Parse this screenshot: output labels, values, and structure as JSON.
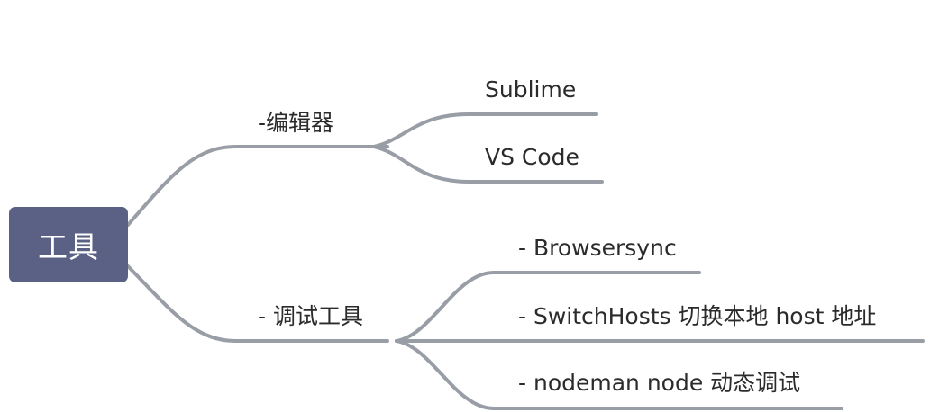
{
  "mindmap": {
    "root": {
      "label": "工具"
    },
    "branches": [
      {
        "label": "-编辑器",
        "children": [
          {
            "label": "Sublime"
          },
          {
            "label": "VS Code"
          }
        ]
      },
      {
        "label": "- 调试工具",
        "children": [
          {
            "label": "- Browsersync"
          },
          {
            "label": "- SwitchHosts 切换本地 host 地址"
          },
          {
            "label": "- nodeman node 动态调试"
          }
        ]
      }
    ],
    "colors": {
      "root_fill": "#5a6184",
      "root_text": "#ffffff",
      "connector": "#989da6",
      "topic_text": "#2b2b2b"
    }
  }
}
